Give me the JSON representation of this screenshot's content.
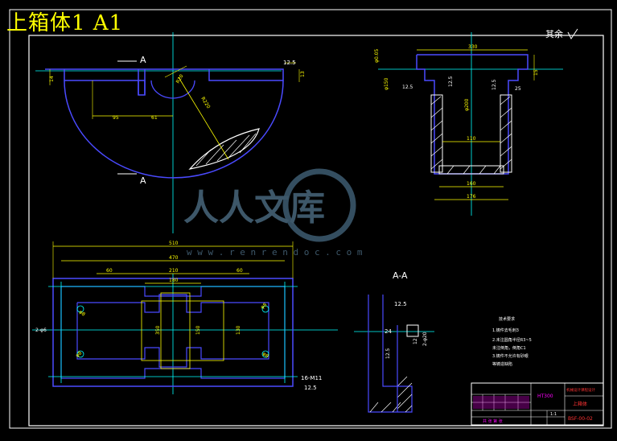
{
  "title": "上箱体1   A1",
  "roughness_note": "其余",
  "section_mark_top": "A",
  "section_mark_bottom": "A",
  "section_view_label": "A-A",
  "watermark": {
    "brand": "人人文库",
    "url": "w w w . r e n r e n d o c . c o m"
  },
  "front_view_dims": {
    "r_small": "R20",
    "r_large": "R220",
    "d_left": "95",
    "d_right": "61",
    "rough1": "12.5",
    "h_right": "13",
    "h_left": "14"
  },
  "side_view_dims": {
    "top_width": "330",
    "h_top": "15",
    "phi_top": "φ0.05",
    "phi1": "φ150",
    "phi_bore": "φ200",
    "rough_a": "12.5",
    "rough_b": "12.5",
    "rough_c": "12.5",
    "w_inner": "110",
    "w_bottom_inner": "160",
    "w_bottom": "176",
    "h_side": "25"
  },
  "plan_view_dims": {
    "total": "510",
    "d1": "470",
    "d2": "60",
    "d3": "210",
    "d4": "60",
    "d5": "180",
    "left_mark": "2-φ6",
    "h1": "350",
    "h2": "150",
    "h3": "130",
    "dia1": "φ8",
    "dia2": "φ8",
    "dia3": "φ8",
    "dia4": "φ8",
    "bottom_note": "16-M11",
    "rough": "12.5"
  },
  "section_dims": {
    "rough_top": "12.5",
    "d24": "24",
    "rough_side": "12.5",
    "h12": "12",
    "phi": "2-φ20"
  },
  "tech_notes": {
    "heading": "技术要求",
    "line1": "1.铸件去毛刺3",
    "line2": "2.未注圆角半径R3~5",
    "line3": "未注倒角，倒角C1",
    "line4": "3.铸件不允许有砂眼",
    "line5": "等铸造缺陷"
  },
  "title_block": {
    "material": "HT300",
    "school": "机械设计课程设计",
    "part_name": "上箱体",
    "drawing_no": "BSF-00-02",
    "scale_label": "共 张 第 张",
    "sheet": "1:1"
  }
}
